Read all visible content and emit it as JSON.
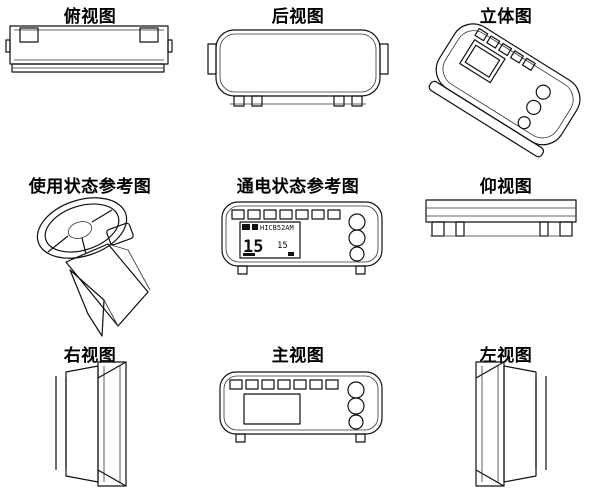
{
  "views": {
    "top": "俯视图",
    "rear": "后视图",
    "iso": "立体图",
    "usage": "使用状态参考图",
    "powered": "通电状态参考图",
    "bottom": "仰视图",
    "right": "右视图",
    "main": "主视图",
    "left": "左视图"
  },
  "powered_screen": {
    "header": "HICB52AM",
    "big": "15",
    "small": "15"
  }
}
